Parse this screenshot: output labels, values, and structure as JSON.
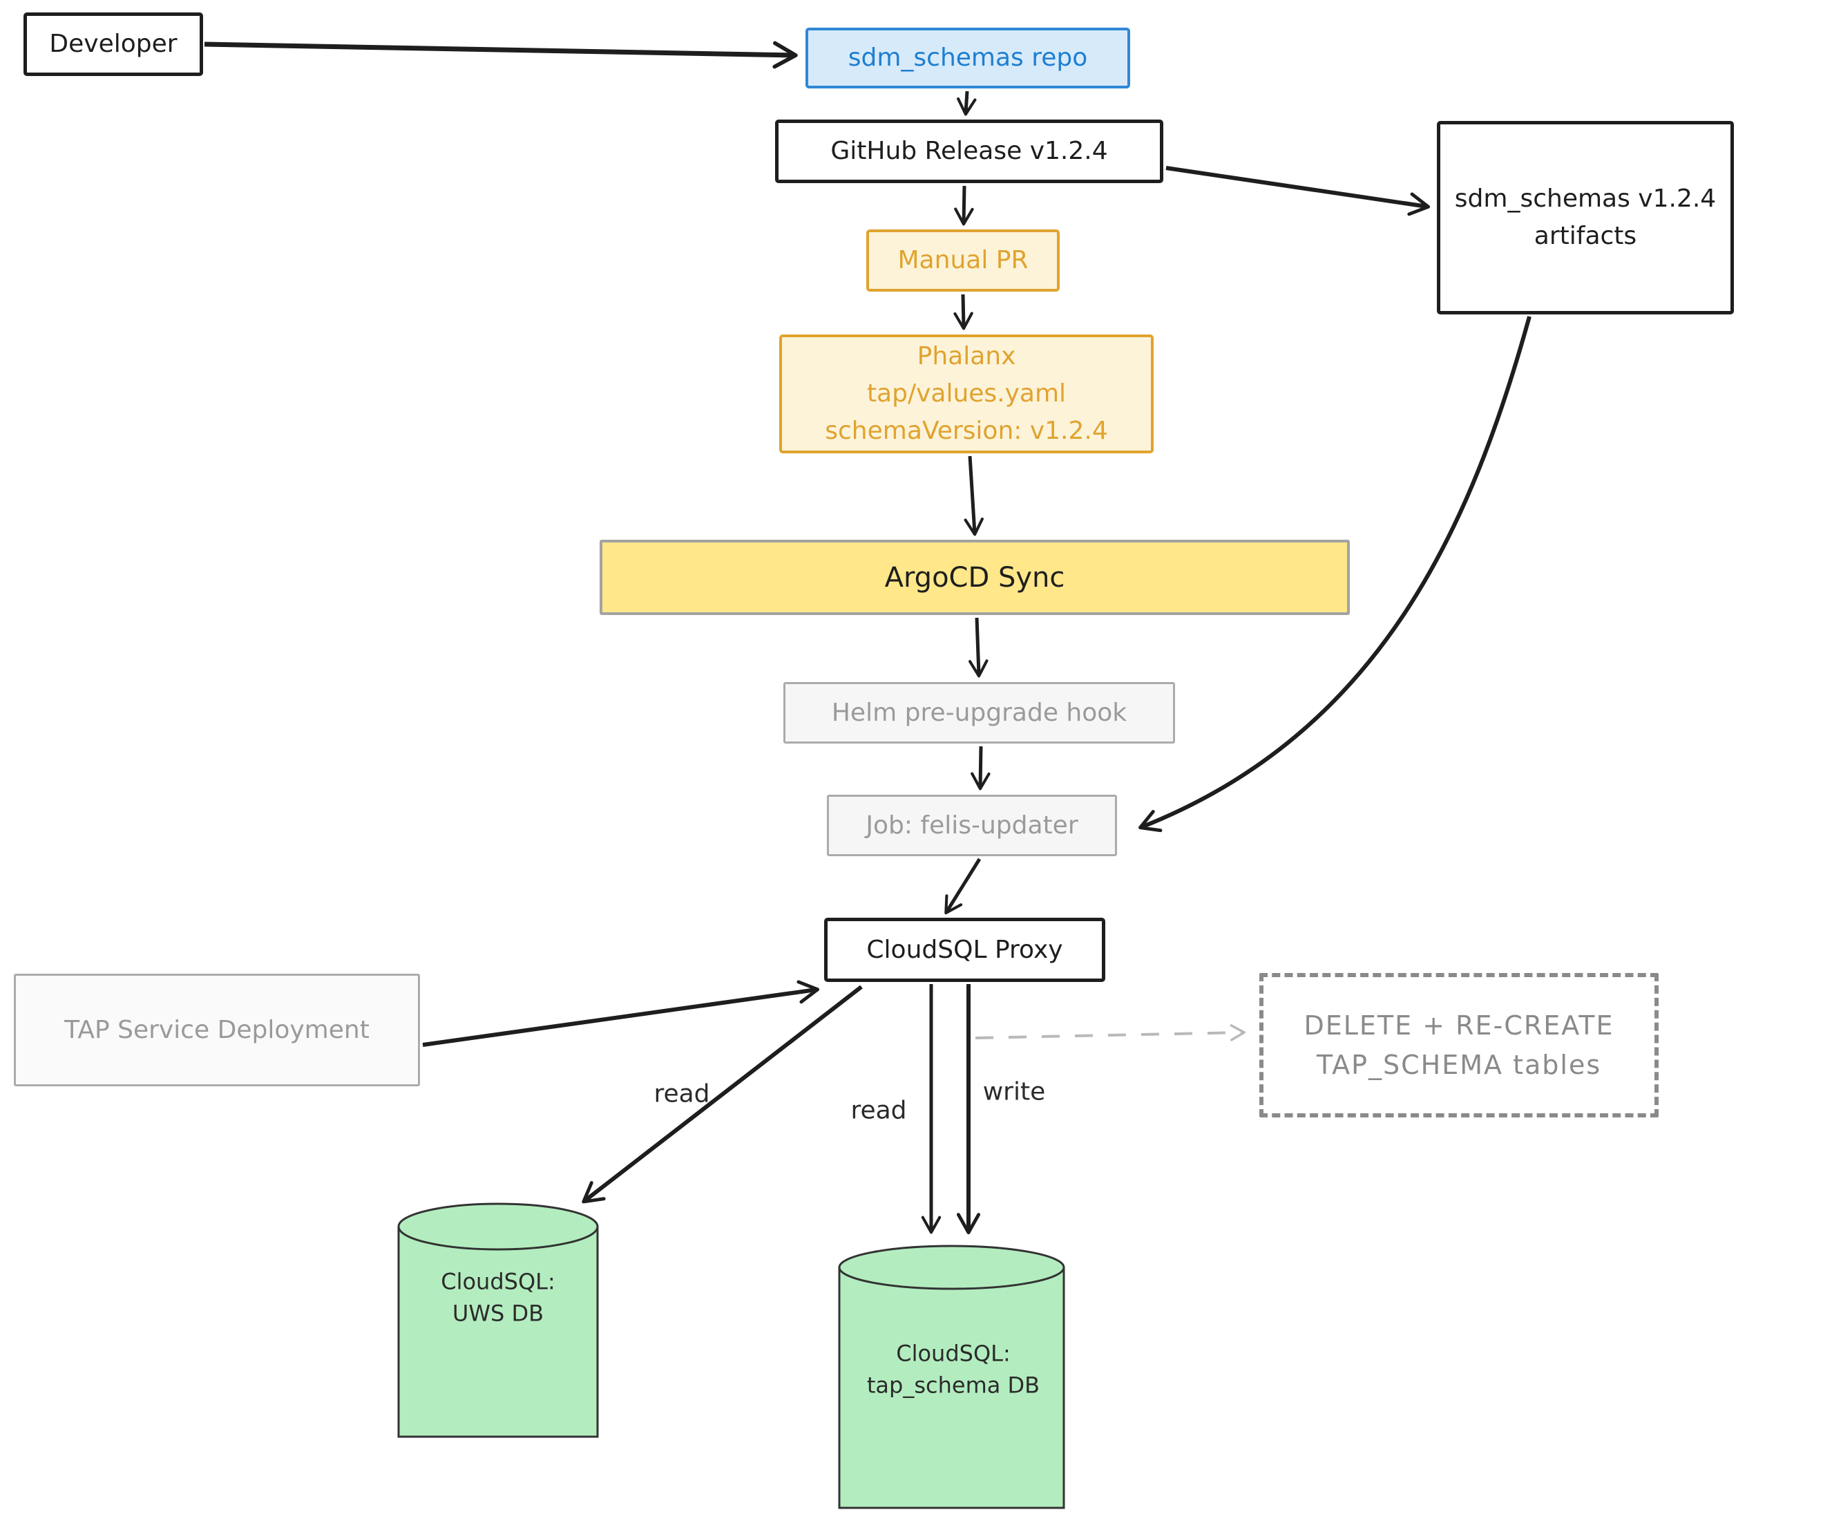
{
  "diagram": {
    "nodes": {
      "developer": {
        "label": "Developer"
      },
      "repo": {
        "label": "sdm_schemas repo"
      },
      "release": {
        "label": "GitHub Release v1.2.4"
      },
      "artifacts": {
        "label": "sdm_schemas v1.2.4\nartifacts"
      },
      "manual_pr": {
        "label": "Manual PR"
      },
      "phalanx": {
        "label": "Phalanx\ntap/values.yaml\nschemaVersion: v1.2.4"
      },
      "argocd": {
        "label": "ArgoCD Sync"
      },
      "helm_hook": {
        "label": "Helm pre-upgrade hook"
      },
      "felis_job": {
        "label": "Job: felis-updater"
      },
      "proxy": {
        "label": "CloudSQL Proxy"
      },
      "tap_service": {
        "label": "TAP Service Deployment"
      },
      "delete_recreate": {
        "label": "DELETE + RE-CREATE\nTAP_SCHEMA tables"
      },
      "uws_db": {
        "label": "CloudSQL:\nUWS DB"
      },
      "tap_schema_db": {
        "label": "CloudSQL:\ntap_schema DB"
      }
    },
    "edge_labels": {
      "read_uws": "read",
      "read_tap": "read",
      "write_tap": "write"
    },
    "colors": {
      "ink": "#1e1e1e",
      "blue_stroke": "#2f88d8",
      "blue_fill": "#d7eafa",
      "blue_text": "#1d7fd1",
      "gold_stroke": "#e0a32e",
      "gold_fill": "#fdf3d9",
      "yellow_fill": "#ffe78a",
      "gray_stroke": "#ababab",
      "gray_fill": "#f6f6f6",
      "gray_text": "#9a9a9a",
      "dashed_gray": "#8a8a8a",
      "dashed_arrow_gray": "#b9b9b9",
      "green_fill": "#b3edbf",
      "green_stroke": "#333333"
    }
  }
}
